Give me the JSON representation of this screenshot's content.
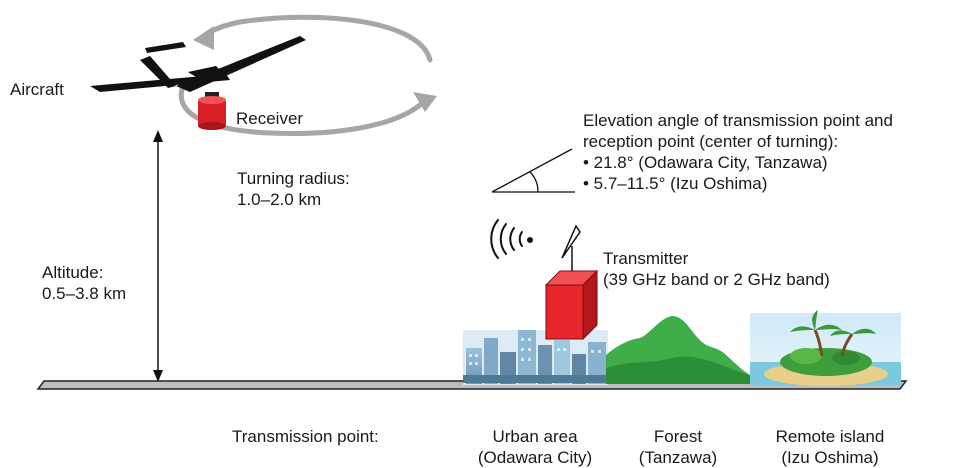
{
  "labels": {
    "aircraft": "Aircraft",
    "receiver": "Receiver",
    "turning_radius": [
      "Turning radius:",
      "1.0–2.0 km"
    ],
    "altitude": [
      "Altitude:",
      "0.5–3.8 km"
    ],
    "elevation": {
      "heading": [
        "Elevation angle of transmission point and",
        "reception point (center of turning):"
      ],
      "items": [
        "• 21.8° (Odawara City, Tanzawa)",
        "• 5.7–11.5° (Izu Oshima)"
      ]
    },
    "transmitter": [
      "Transmitter",
      "(39 GHz band or 2 GHz band)"
    ],
    "transmission_point": "Transmission point:",
    "sites": [
      {
        "name": "Urban area",
        "place": "(Odawara City)"
      },
      {
        "name": "Forest",
        "place": "(Tanzawa)"
      },
      {
        "name": "Remote island",
        "place": "(Izu Oshima)"
      }
    ]
  },
  "colors": {
    "transmitter_box": "#e8262b",
    "receiver": "#d81f26",
    "arrow_gray": "#a6a6a6",
    "forest": "#3fae49",
    "sky": "#bfe3f5"
  }
}
